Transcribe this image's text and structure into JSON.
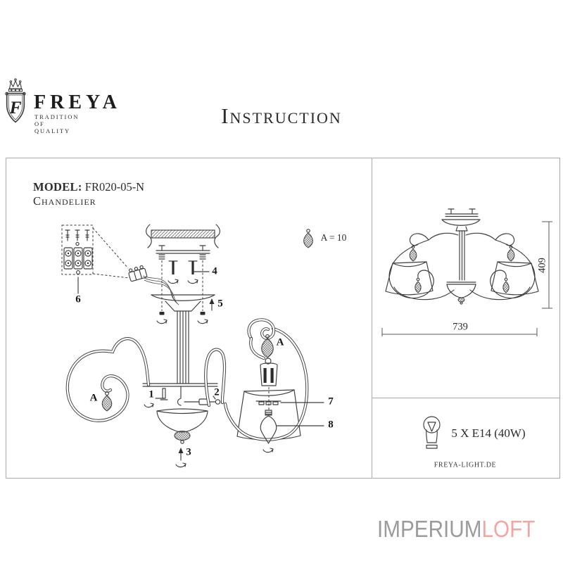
{
  "brand": {
    "monogram": "F",
    "name": "FREYA",
    "tagline": "TRADITION OF QUALITY"
  },
  "title": "Instruction",
  "product": {
    "model_label": "MODEL:",
    "model": "FR020-05-N",
    "type": "Chandelier"
  },
  "diagram": {
    "labels": {
      "p1": "1",
      "p2": "2",
      "p3": "3",
      "p4": "4",
      "p5": "5",
      "p6": "6",
      "p7": "7",
      "p8": "8"
    },
    "crystal": "A",
    "crystal_note": "A = 10"
  },
  "dimensions": {
    "height": "409",
    "width": "739"
  },
  "specs": {
    "lamps": "5 X E14 (40W)",
    "site": "FREYA-LIGHT.DE"
  },
  "watermark": {
    "left": "IMPERIUM",
    "right": "LOFT",
    "left_color": "#9b9b9d",
    "right_color": "#f2a6a2"
  }
}
